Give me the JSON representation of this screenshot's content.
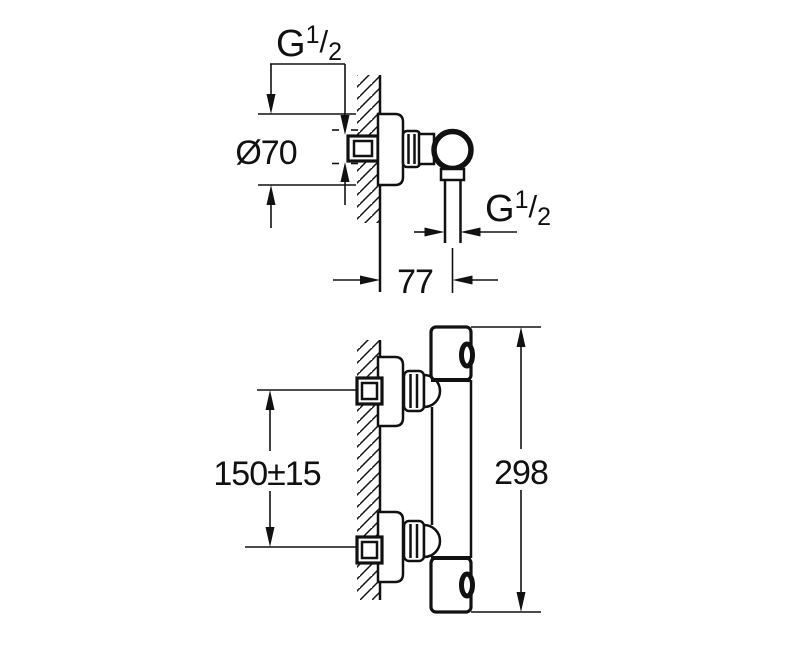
{
  "diagram": {
    "description": "Shower thermostat installation dimension drawing, two views",
    "colors": {
      "line": "#111111",
      "background": "#ffffff"
    },
    "labels": {
      "top_thread": {
        "base": "G",
        "numerator": "1",
        "separator": "/",
        "denominator": "2"
      },
      "escutcheon_diameter": "Ø70",
      "pipe_thread": {
        "base": "G",
        "numerator": "1",
        "separator": "/",
        "denominator": "2"
      },
      "wall_projection": "77",
      "inlet_spacing": "150±15",
      "body_height": "298"
    }
  }
}
